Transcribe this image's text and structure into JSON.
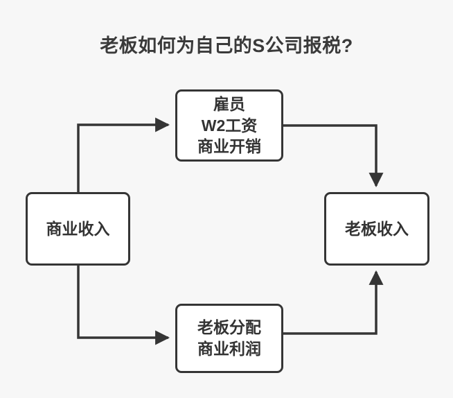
{
  "title": "老板如何为自己的S公司报税?",
  "canvas": {
    "background_color": "#f7f7f7",
    "stroke_color": "#353535",
    "node_fill_color": "#ffffff",
    "text_color": "#333333"
  },
  "nodes": [
    {
      "id": "business-income",
      "lines": [
        "商业收入"
      ]
    },
    {
      "id": "employee",
      "lines": [
        "雇员",
        "W2工资",
        "商业开销"
      ]
    },
    {
      "id": "owner-distribution",
      "lines": [
        "老板分配",
        "商业利润"
      ]
    },
    {
      "id": "owner-income",
      "lines": [
        "老板收入"
      ]
    }
  ],
  "edges": [
    {
      "id": "business-income-to-employee",
      "from": "business-income",
      "to": "employee",
      "label": ""
    },
    {
      "id": "business-income-to-owner-distribution",
      "from": "business-income",
      "to": "owner-distribution",
      "label": ""
    },
    {
      "id": "employee-to-owner-income",
      "from": "employee",
      "to": "owner-income",
      "label": ""
    },
    {
      "id": "owner-distribution-to-owner-income",
      "from": "owner-distribution",
      "to": "owner-income",
      "label": ""
    }
  ]
}
